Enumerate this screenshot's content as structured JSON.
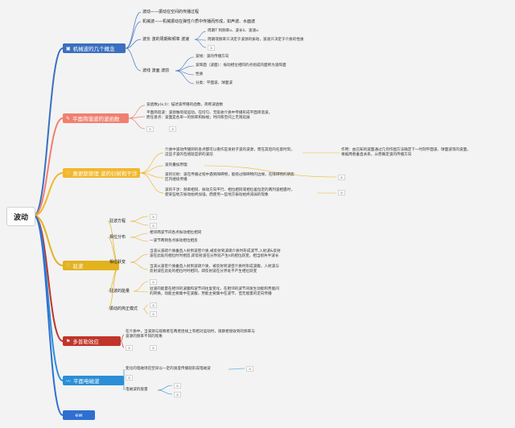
{
  "root": "波动",
  "branch_colors": {
    "mech": "#3b6fc0",
    "plane": "#f08070",
    "huygens": "#f1b82d",
    "interf": "#e2b21f",
    "doppler": "#c0342a",
    "em": "#2a8fd6",
    "last": "#2f6fd0"
  },
  "mech": {
    "title": "机械波的几个概念",
    "l1": "波动——振动在空间的传播过程",
    "l2": "机械波——机械振动在弹性介质中传播而形成，如声波、水面波",
    "wave_title": "波长 波的周期和频率 波速",
    "w1": "周期T 和频率ν、波长λ、波速u",
    "w2": "周期或频率只决定于波源的振动，波速只决定于介质的性质",
    "front_title": "波线 波面 波前",
    "f1": "波线：波的传播方向",
    "f2": "波阵面（波面）：振动相位相同的点组成的面称为波阵面",
    "f3": "性质",
    "f4": "分类：平面波、球面波"
  },
  "plane": {
    "title": "平面简谐波的波函数",
    "p1": "波函数y(x,t)：描述波传播的函数，简称波函数",
    "p2": "平面简谐波：波源做简谐运动。在均匀、无吸收介质中传播形成平面简谐波，\n而任意点：波面是各单一的频率和振幅；时间和空间上无限延展"
  },
  "huygens": {
    "title": "惠更斯原理 波的衍射和干涉",
    "h1": "介质中波动传播到的各点都可以看作是发射子波的波源，而在其后的任意时刻，\n这些子波的包络就是新的波前",
    "h1_note": "作用：由已知的波面通过几何作图方法确定下一时刻平面波、球面波等的波面，\n根据两者垂直关系，从而确定波的传播方向",
    "h2": "波的叠加原理",
    "h3": "波的衍射：波在传播过程中遇到障碍物，能绕过障碍物的边缘，在障碍物的阴影\n区内继续传播",
    "h4": "波的干涉：频率相同、振动方向平行、相位相同或相位差恒定的两列波相遇时，\n使某些地方振动始终加强，而使另一些地方振动始终减弱的现象"
  },
  "interf": {
    "title": "驻波",
    "eq": "驻波方程",
    "phase": "相位分布",
    "ph1": "相邻两波节间各点振动相位相同",
    "ph2": "一波节两侧各点振动相位相反",
    "loss": "相位跃变",
    "lo1": "当波从波疏介质垂直入射到波密介质,被反射到波疏介质时形成波节,入射波&反射\n波在此处的相位时时相反,即反射波在分界处产生π的相位跃变，相当损失半波长",
    "lo2": "当波从波密介质垂直入射到波疏介质，被反射到波密介质时形成波腹，入射波与\n反射波在此处的相位时时相同，即反射波在分界处不产生相位跃变",
    "energy": "驻波的能量",
    "en1": "驻波的能量在相邻的波腹和波节间往复变化，在相邻的波节间发生动能和势能间\n的转换，动能主要集中在波腹，势能主要集中在波节，但无能量的定向传播",
    "modes": "振动的简正模式"
  },
  "doppler": {
    "title": "多普勒效应",
    "d1": "在介质中，当波源与观察者在两者连线上有相对运动时，观察者接收到的频率与\n波源的频率不同的现象"
  },
  "em": {
    "title": "平面电磁波",
    "e1": "变化的电磁场在空间以一定的速度传播就形成电磁波",
    "e2": "电磁波的能量"
  },
  "last": {
    "title": "ew"
  },
  "placeholder": "a"
}
